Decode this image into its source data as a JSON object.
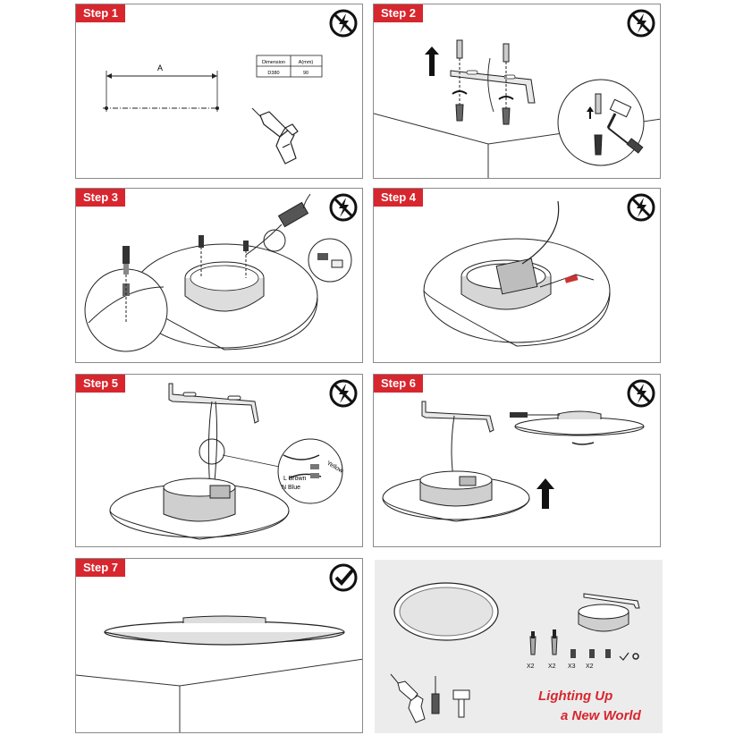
{
  "steps": [
    {
      "label": "Step 1"
    },
    {
      "label": "Step 2"
    },
    {
      "label": "Step 3"
    },
    {
      "label": "Step 4"
    },
    {
      "label": "Step 5"
    },
    {
      "label": "Step 6"
    },
    {
      "label": "Step 7"
    }
  ],
  "step1": {
    "dimension_letter": "A",
    "table": {
      "headers": [
        "Dimension",
        "A(mm)"
      ],
      "rows": [
        [
          "D380",
          "90"
        ]
      ]
    }
  },
  "step5": {
    "wire_yellow": "Yellow",
    "wire_l": "L Brown",
    "wire_n": "N Blue"
  },
  "accessories": {
    "quantities": [
      "X2",
      "X2",
      "X3",
      "X2"
    ],
    "slogan_line1": "Lighting Up",
    "slogan_line2": "a New World"
  },
  "colors": {
    "accent_red": "#d7262e",
    "accessory_bg": "#ececec"
  },
  "icons": {
    "warning": "power-off-warning-icon",
    "done": "checkmark-icon"
  }
}
